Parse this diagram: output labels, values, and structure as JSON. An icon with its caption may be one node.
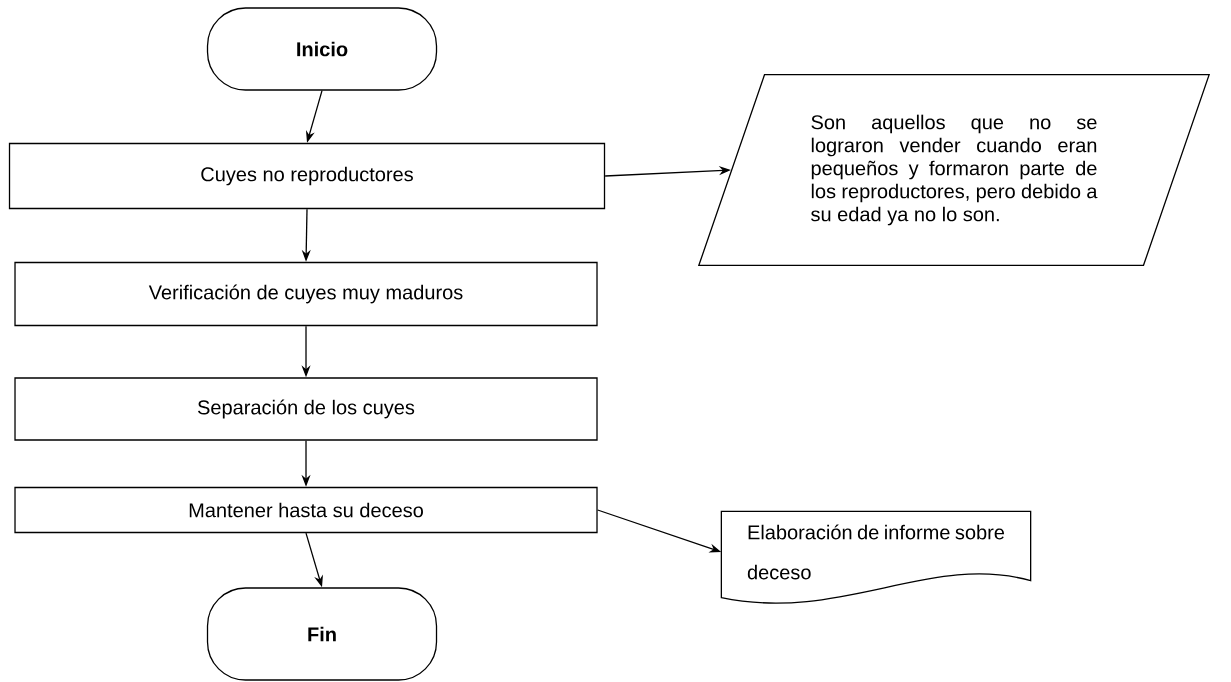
{
  "diagram": {
    "nodes": [
      {
        "text": [
          "Inicio"
        ]
      },
      {
        "text": [
          "Cuyes no reproductores"
        ]
      },
      {
        "text": [
          "Verificación de cuyes muy maduros"
        ]
      },
      {
        "text": [
          "Separación de los cuyes"
        ]
      },
      {
        "text": [
          "Mantener hasta su deceso"
        ]
      },
      {
        "text": [
          "Fin"
        ]
      },
      {
        "text": [
          "Son aquellos que no se lograron vender cuando eran pequeños y formaron parte de los reproductores, pero debido a su edad ya no lo son."
        ]
      },
      {
        "text": [
          "Elaboración de informe sobre deceso"
        ]
      }
    ],
    "edges": [
      {
        "from": 0,
        "to": 1,
        "arrow": "to"
      },
      {
        "from": 1,
        "to": 2,
        "arrow": "to"
      },
      {
        "from": 2,
        "to": 3,
        "arrow": "to"
      },
      {
        "from": 3,
        "to": 4,
        "arrow": "to"
      },
      {
        "from": 4,
        "to": 5,
        "arrow": "to"
      },
      {
        "from": 1,
        "to": 6,
        "arrow": "to"
      },
      {
        "from": 4,
        "to": 7,
        "arrow": "to"
      }
    ]
  }
}
